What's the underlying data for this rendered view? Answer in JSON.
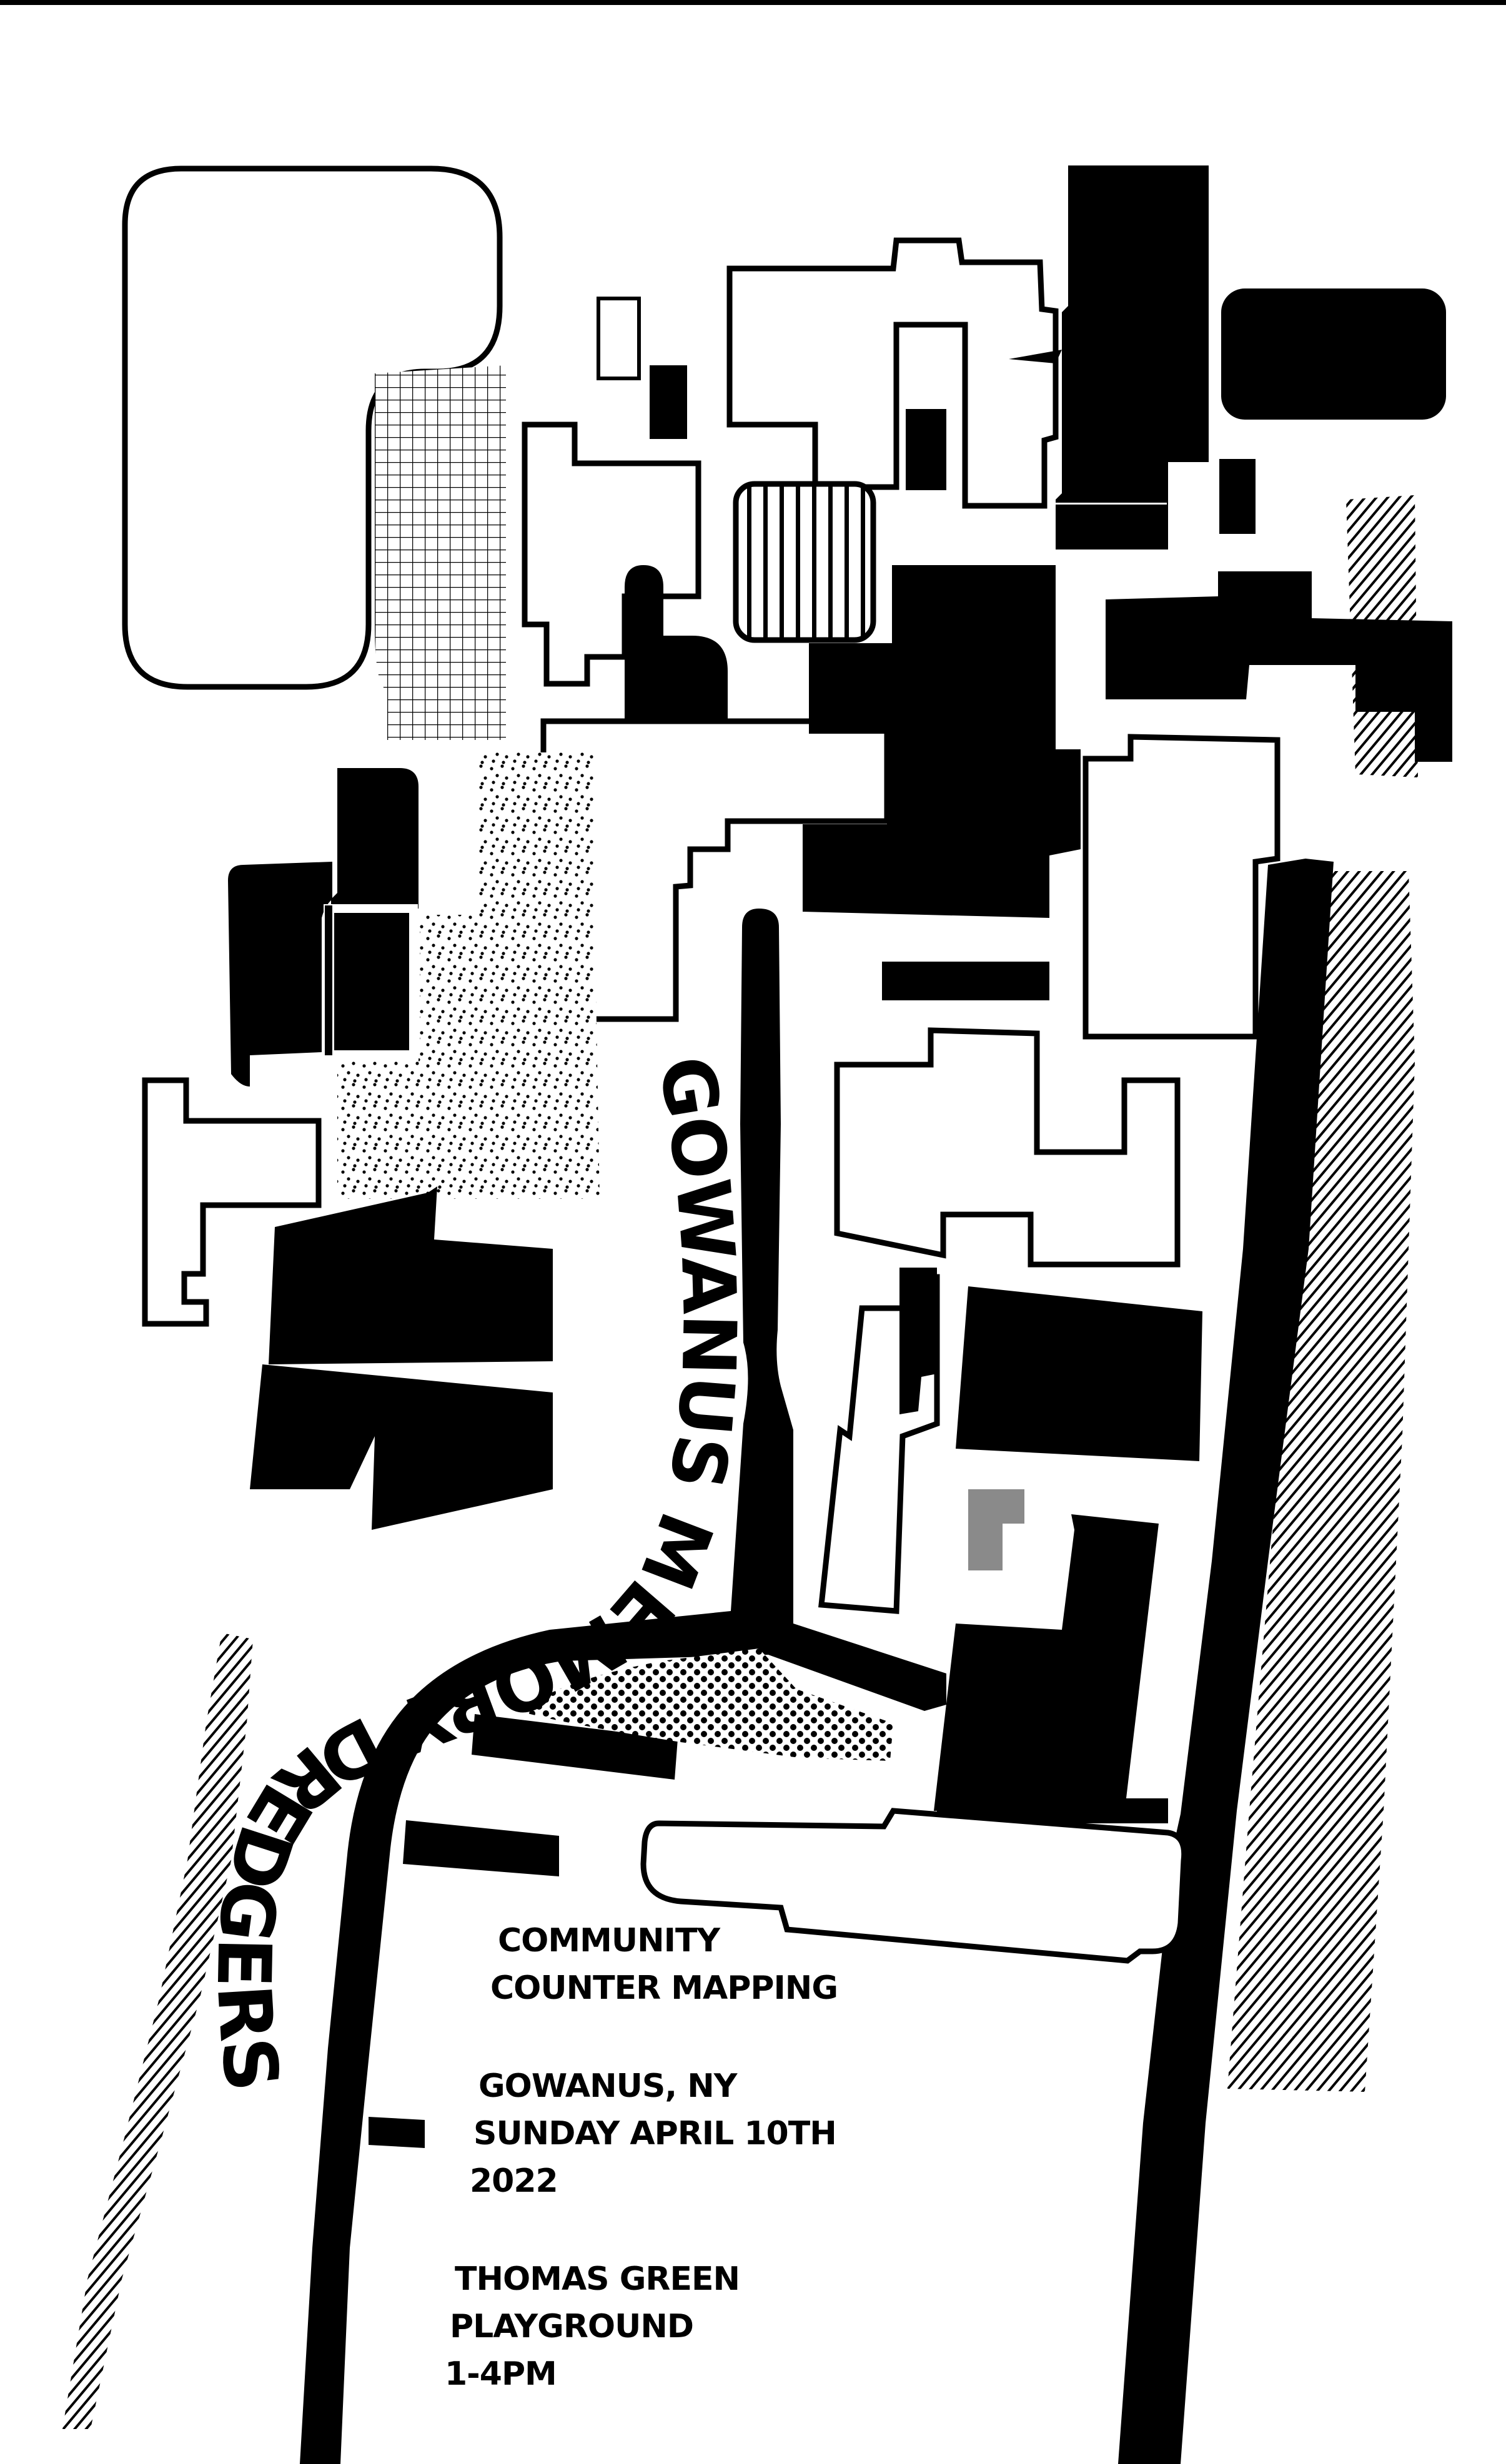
{
  "title": {
    "curved_text": "GOWANUS MEMORY DREDGERS"
  },
  "info_blocks": [
    {
      "lines": [
        "COMMUNITY",
        "COUNTER MAPPING"
      ]
    },
    {
      "lines": [
        "GOWANUS, NY",
        "SUNDAY APRIL 10TH",
        "2022"
      ]
    },
    {
      "lines": [
        "THOMAS GREEN",
        "PLAYGROUND",
        "1-4PM"
      ]
    }
  ],
  "colors": {
    "ink": "#000000",
    "paper": "#ffffff",
    "highlight": "#8a8a8a"
  }
}
